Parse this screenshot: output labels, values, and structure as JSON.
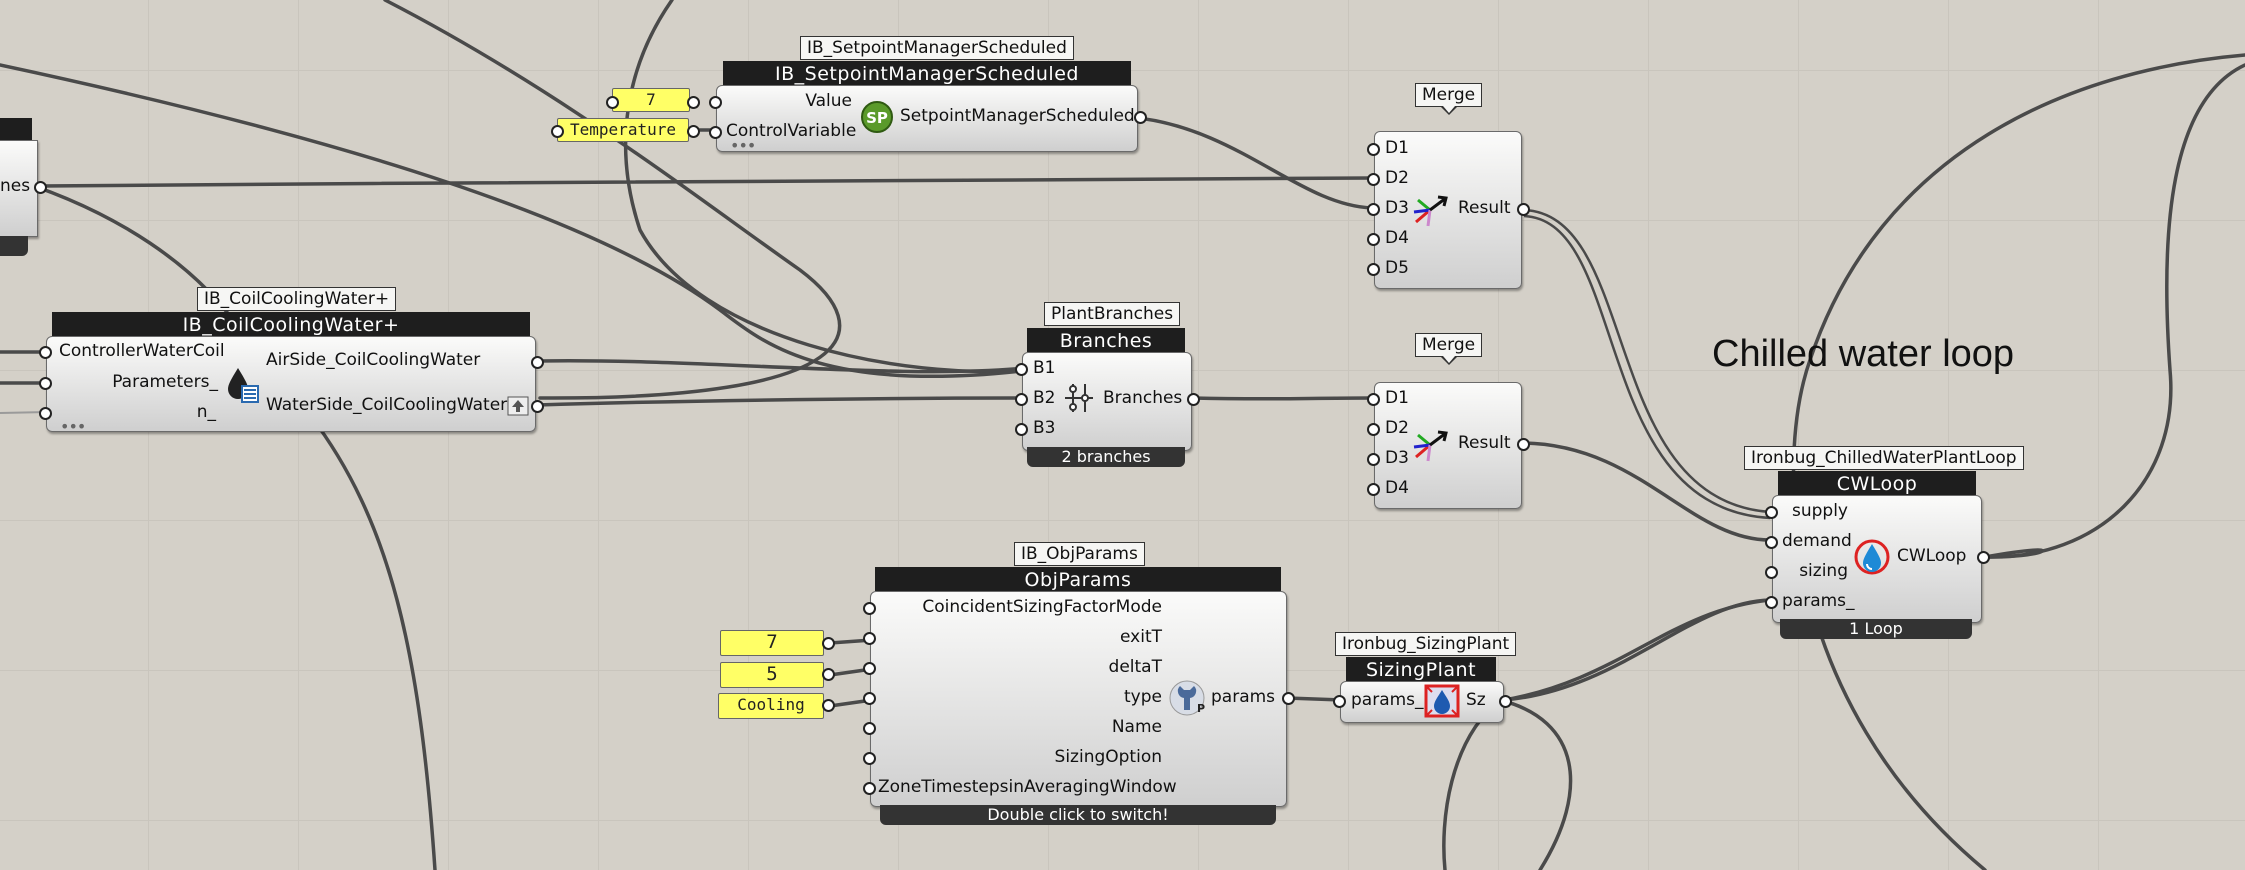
{
  "canvas_note_title": "Chilled water loop",
  "left_stub": {
    "label": "nes"
  },
  "setpoint": {
    "tag": "IB_SetpointManagerScheduled",
    "header": "IB_SetpointManagerScheduled",
    "inputs": [
      "Value",
      "ControlVariable"
    ],
    "output": "SetpointManagerScheduled",
    "value_input": "7",
    "control_input": "Temperature"
  },
  "merge1": {
    "tag": "Merge",
    "inputs": [
      "D1",
      "D2",
      "D3",
      "D4",
      "D5"
    ],
    "output": "Result"
  },
  "merge2": {
    "tag": "Merge",
    "inputs": [
      "D1",
      "D2",
      "D3",
      "D4"
    ],
    "output": "Result"
  },
  "coil": {
    "tag": "IB_CoilCoolingWater+",
    "header": "IB_CoilCoolingWater+",
    "inputs": [
      "ControllerWaterCoil",
      "Parameters_",
      "n_"
    ],
    "outputs": [
      "AirSide_CoilCoolingWater",
      "WaterSide_CoilCoolingWater"
    ]
  },
  "branches": {
    "tag": "PlantBranches",
    "header": "Branches",
    "inputs": [
      "B1",
      "B2",
      "B3"
    ],
    "output": "Branches",
    "footer": "2 branches"
  },
  "cwloop": {
    "tag": "Ironbug_ChilledWaterPlantLoop",
    "header": "CWLoop",
    "inputs": [
      "supply",
      "demand",
      "sizing",
      "params_"
    ],
    "output": "CWLoop",
    "footer": "1 Loop"
  },
  "objparams": {
    "tag": "IB_ObjParams",
    "header": "ObjParams",
    "inputs": [
      "CoincidentSizingFactorMode",
      "exitT",
      "deltaT",
      "type",
      "Name",
      "SizingOption",
      "ZoneTimestepsinAveragingWindow"
    ],
    "output": "params",
    "footer": "Double click to switch!",
    "exit_value": "7",
    "delta_value": "5",
    "type_value": "Cooling"
  },
  "sizing": {
    "tag": "Ironbug_SizingPlant",
    "header": "SizingPlant",
    "input": "params_",
    "output": "Sz"
  },
  "icons": [
    "setpoint-icon",
    "merge-icon",
    "coil-icon",
    "branches-icon",
    "water-drop-icon",
    "wrench-icon",
    "sizing-icon"
  ],
  "colors": {
    "canvas": "#d4d0c8",
    "header": "#1e1e1e",
    "panel": "#ffff66",
    "wire": "#4a4a4a"
  }
}
